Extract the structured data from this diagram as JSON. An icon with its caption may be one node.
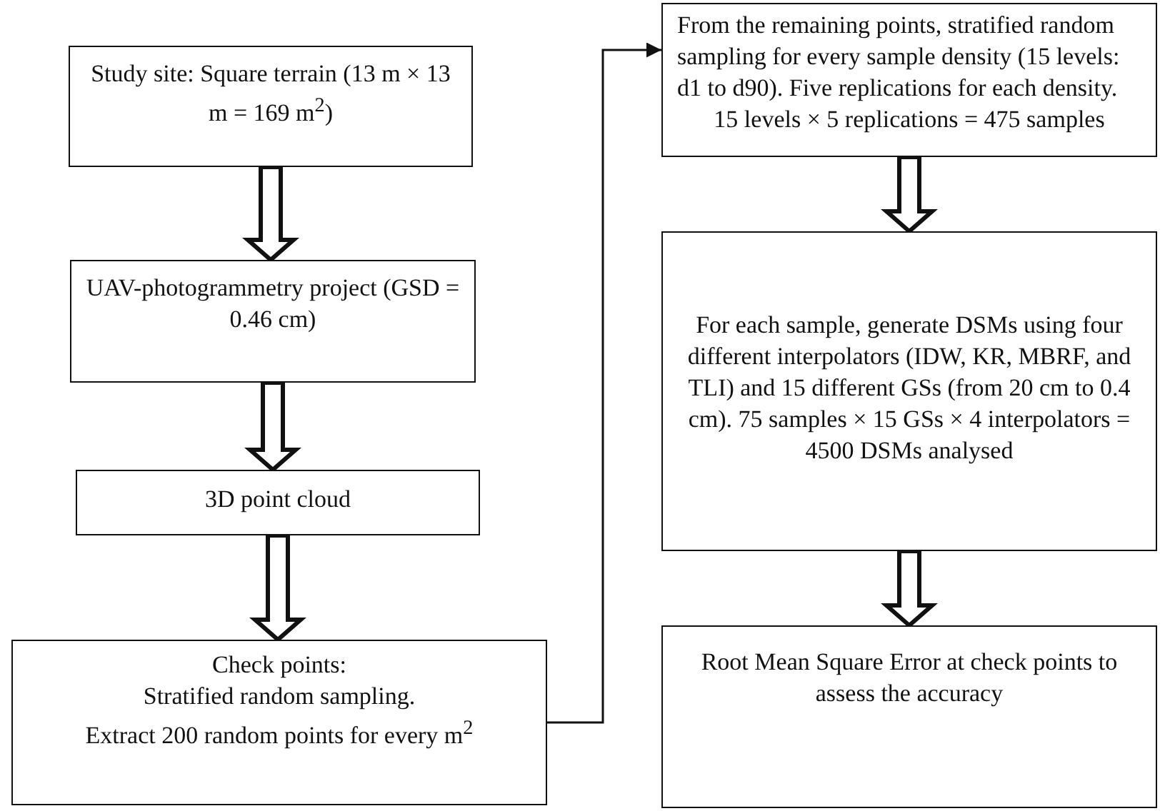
{
  "diagram": {
    "nodes": [
      {
        "text": [
          "Study site: Square terrain (13 m × 13 m = 169 m$^{2}$)"
        ]
      },
      {
        "text": [
          "UAV-photogrammetry project (GSD = 0.46 cm)"
        ]
      },
      {
        "text": [
          "3D point cloud"
        ]
      },
      {
        "text": [
          "Check points:",
          "Stratified random sampling.",
          "Extract 200 random points for every m$^{2}$"
        ]
      },
      {
        "text": [
          "From the remaining points, stratified random sampling for every sample density (15 levels: d1 to d90). Five replications for each density.",
          "15 levels × 5 replications = 475 samples"
        ]
      },
      {
        "text": [
          "For each sample, generate DSMs using four different interpolators (IDW, KR, MBRF, and TLI) and 15 different GSs (from 20 cm to 0.4 cm). 75 samples × 15 GSs × 4 interpolators = 4500 DSMs analysed"
        ]
      },
      {
        "text": [
          "Root Mean Square Error at check points to assess the accuracy"
        ]
      }
    ],
    "edges": [
      {
        "from": 0,
        "to": 1,
        "arrow": "to",
        "style": "thick"
      },
      {
        "from": 1,
        "to": 2,
        "arrow": "to",
        "style": "thick"
      },
      {
        "from": 2,
        "to": 3,
        "arrow": "to",
        "style": "thick"
      },
      {
        "from": 3,
        "to": 4,
        "arrow": "to"
      },
      {
        "from": 4,
        "to": 5,
        "arrow": "to",
        "style": "thick"
      },
      {
        "from": 5,
        "to": 6,
        "arrow": "to",
        "style": "thick"
      }
    ]
  }
}
